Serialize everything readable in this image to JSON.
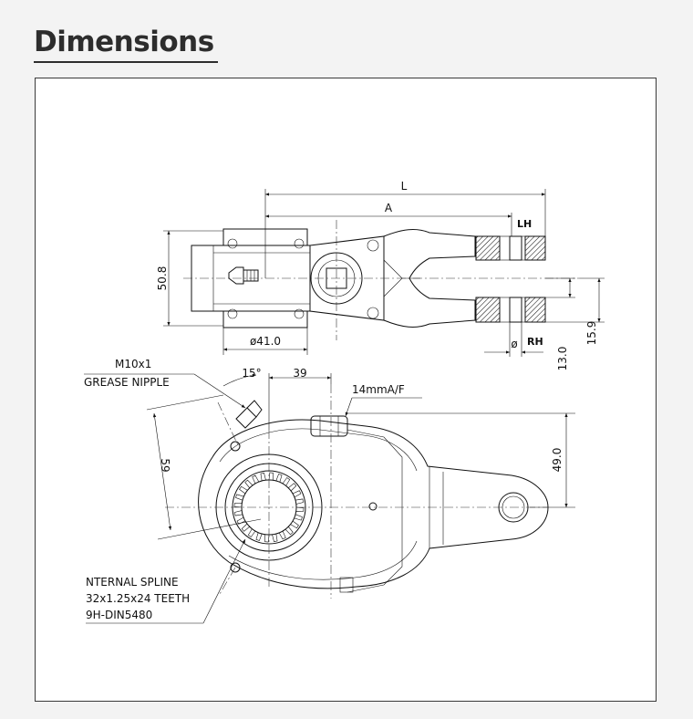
{
  "heading": "Dimensions",
  "labels": {
    "L": "L",
    "A": "A",
    "LH": "LH",
    "RH": "RH",
    "dim_50_8": "50.8",
    "dim_dia_41": "ø41.0",
    "dim_dia": "ø",
    "dim_13_0": "13.0",
    "dim_15_9": "15.9",
    "m10": "M10x1",
    "grease": "GREASE NIPPLE",
    "angle_15": "15°",
    "dim_39": "39",
    "dim_14mm": "14mmA/F",
    "dim_59": "59",
    "dim_49_0": "49.0",
    "spline1": "NTERNAL SPLINE",
    "spline2": "32x1.25x24 TEETH",
    "spline3": "9H-DIN5480"
  }
}
